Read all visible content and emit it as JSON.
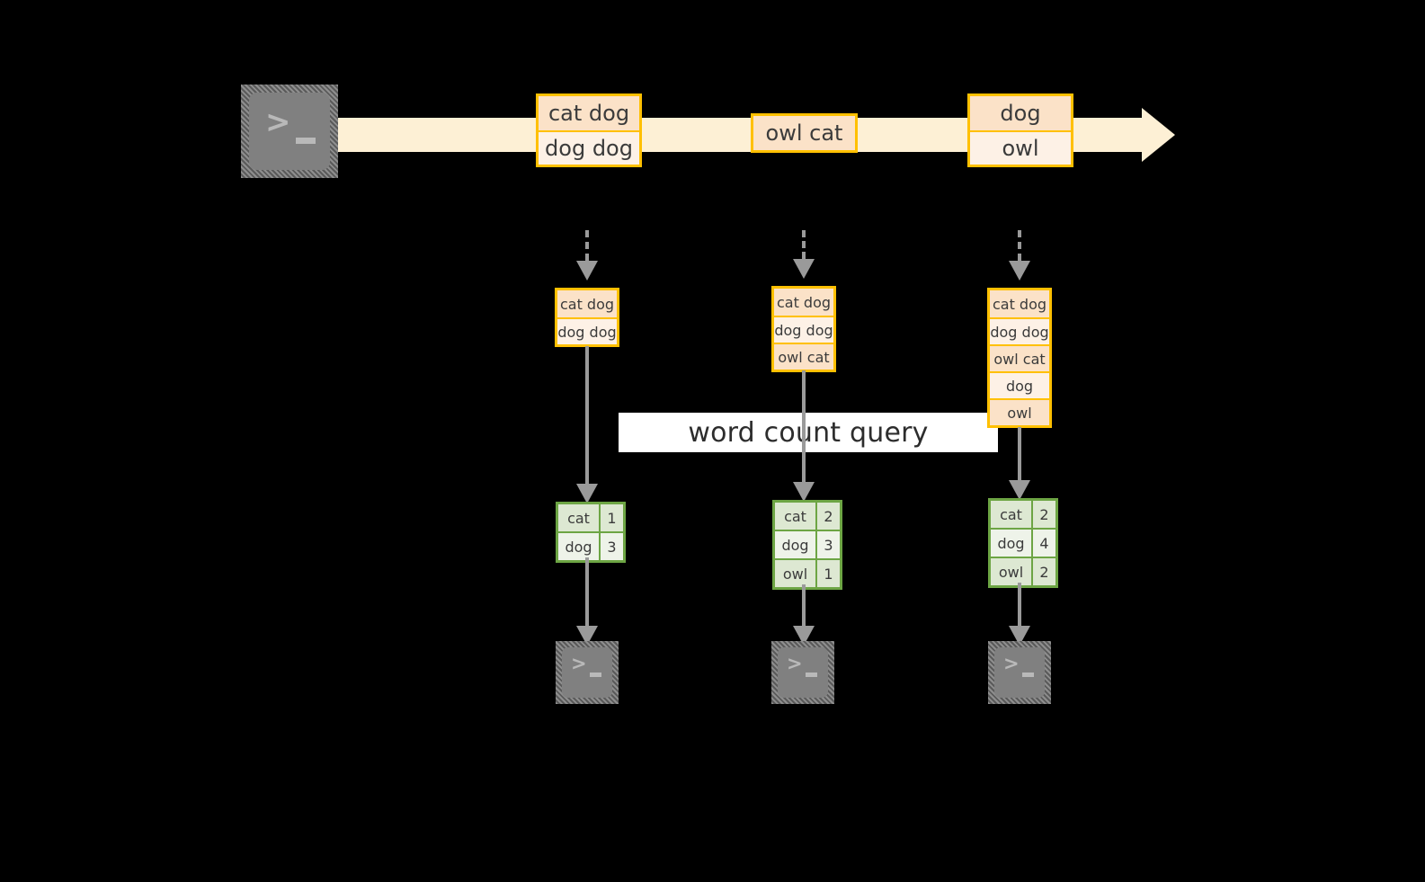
{
  "diagram": {
    "query_label": "word count query",
    "colors": {
      "record_border": "#FFC000",
      "record_fill_a": "#FBE2C8",
      "record_fill_b": "#FDF1E6",
      "result_border": "#6DA544",
      "result_fill_a": "#DDE8D2",
      "result_fill_b": "#EEF3E9",
      "stream_fill": "#FDF0D5",
      "connector": "#9A9A9A",
      "terminal_fill": "#808080",
      "label_band": "#FFFFFF",
      "background": "#000000"
    },
    "stream": {
      "source_icon": "terminal-icon",
      "prompt_text": ">_",
      "batches": [
        {
          "name": "batch-1",
          "records": [
            "cat dog",
            "dog dog"
          ]
        },
        {
          "name": "batch-2",
          "records": [
            "owl cat"
          ]
        },
        {
          "name": "batch-3",
          "records": [
            "dog",
            "owl"
          ]
        }
      ]
    },
    "snapshots": [
      {
        "name": "snapshot-1",
        "records": [
          "cat dog",
          "dog dog"
        ],
        "results": [
          {
            "word": "cat",
            "count": "1"
          },
          {
            "word": "dog",
            "count": "3"
          }
        ],
        "sink_icon": "terminal-icon",
        "sink_prompt": ">_"
      },
      {
        "name": "snapshot-2",
        "records": [
          "cat dog",
          "dog dog",
          "owl cat"
        ],
        "results": [
          {
            "word": "cat",
            "count": "2"
          },
          {
            "word": "dog",
            "count": "3"
          },
          {
            "word": "owl",
            "count": "1"
          }
        ],
        "sink_icon": "terminal-icon",
        "sink_prompt": ">_"
      },
      {
        "name": "snapshot-3",
        "records": [
          "cat dog",
          "dog dog",
          "owl cat",
          "dog",
          "owl"
        ],
        "results": [
          {
            "word": "cat",
            "count": "2"
          },
          {
            "word": "dog",
            "count": "4"
          },
          {
            "word": "owl",
            "count": "2"
          }
        ],
        "sink_icon": "terminal-icon",
        "sink_prompt": ">_"
      }
    ]
  }
}
